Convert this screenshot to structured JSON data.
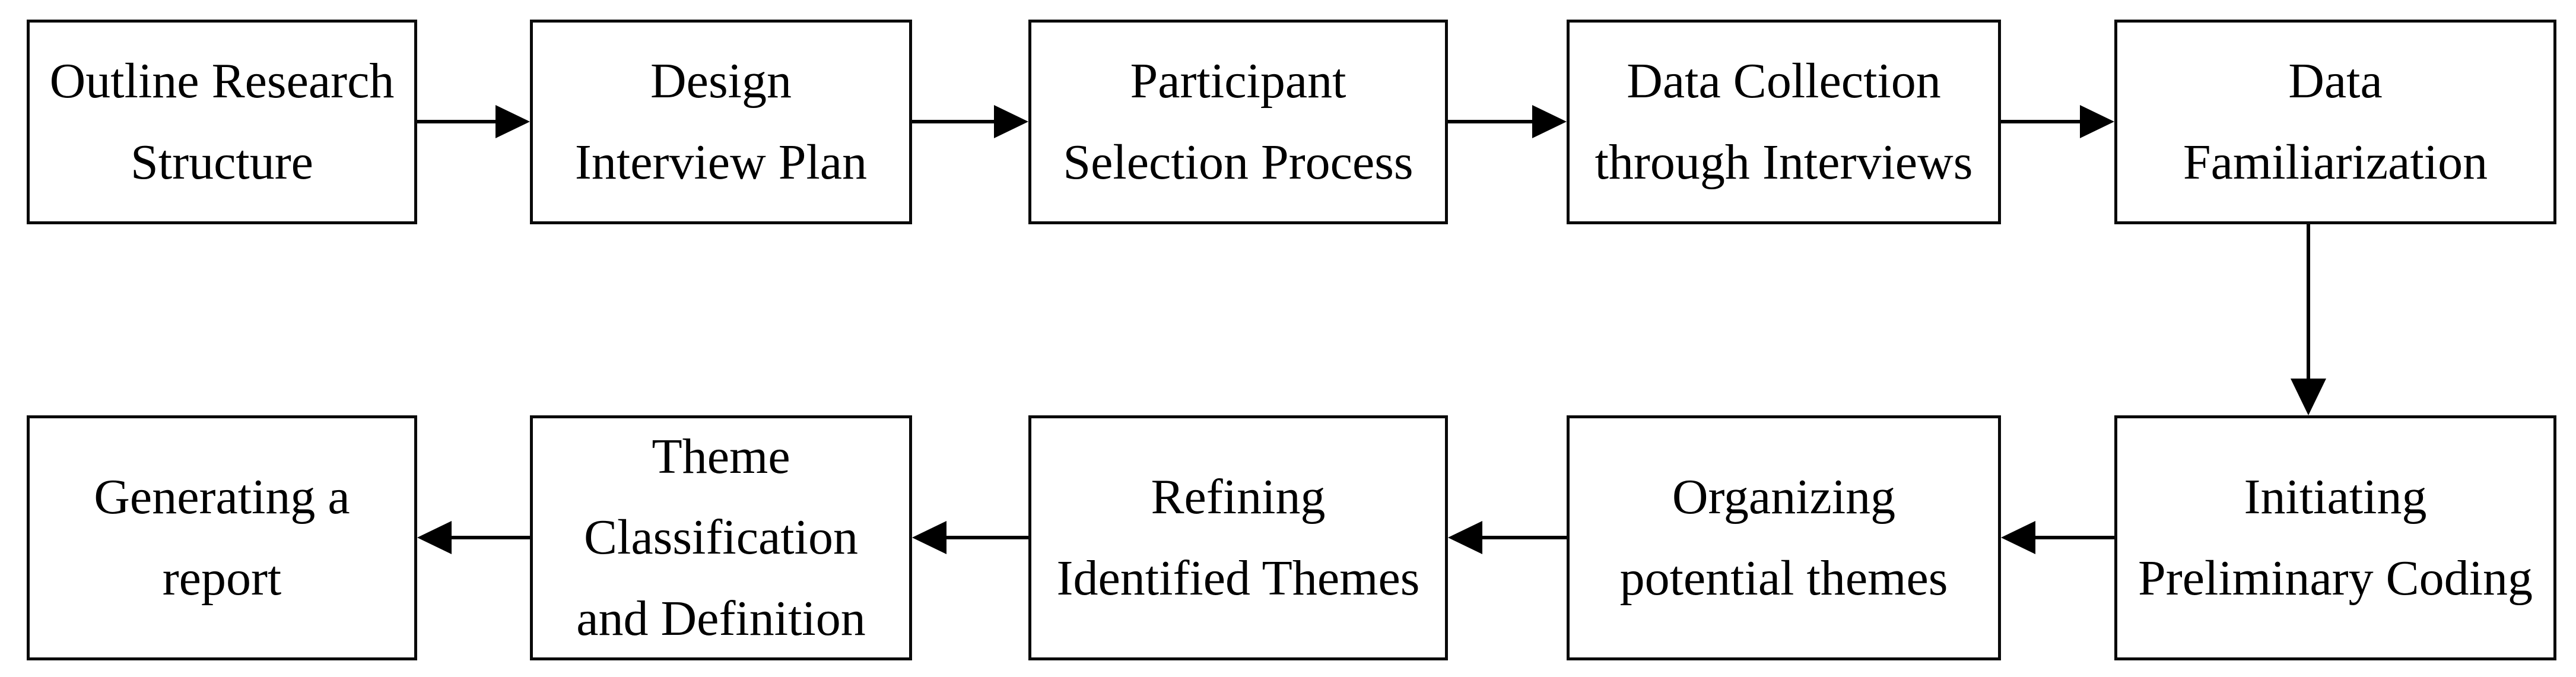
{
  "figure": {
    "type": "flowchart",
    "rows": 2,
    "background_color": "#ffffff",
    "box_fill_color": "#ffffff",
    "box_border_color": "#0a0a0a",
    "text_color": "#000000",
    "arrow_color": "#000000"
  },
  "nodes": {
    "outline": {
      "text": "Outline Research\nStructure"
    },
    "design": {
      "text": "Design\nInterview Plan"
    },
    "participant": {
      "text": "Participant\nSelection Process"
    },
    "collection": {
      "text": "Data Collection\nthrough Interviews"
    },
    "familiarization": {
      "text": "Data\nFamiliarization"
    },
    "coding": {
      "text": "Initiating\nPreliminary Coding"
    },
    "organizing": {
      "text": "Organizing\npotential themes"
    },
    "refining": {
      "text": "Refining\nIdentified Themes"
    },
    "classification": {
      "text": "Theme\nClassification\nand Definition"
    },
    "report": {
      "text": "Generating a\nreport"
    }
  },
  "edges": [
    {
      "from": "Outline Research Structure",
      "to": "Design Interview Plan",
      "direction": "right"
    },
    {
      "from": "Design Interview Plan",
      "to": "Participant Selection Process",
      "direction": "right"
    },
    {
      "from": "Participant Selection Process",
      "to": "Data Collection through Interviews",
      "direction": "right"
    },
    {
      "from": "Data Collection through Interviews",
      "to": "Data Familiarization",
      "direction": "right"
    },
    {
      "from": "Data Familiarization",
      "to": "Initiating Preliminary Coding",
      "direction": "down"
    },
    {
      "from": "Initiating Preliminary Coding",
      "to": "Organizing potential themes",
      "direction": "left"
    },
    {
      "from": "Organizing potential themes",
      "to": "Refining Identified Themes",
      "direction": "left"
    },
    {
      "from": "Refining Identified Themes",
      "to": "Theme Classification and Definition",
      "direction": "left"
    },
    {
      "from": "Theme Classification and Definition",
      "to": "Generating a report",
      "direction": "left"
    }
  ]
}
